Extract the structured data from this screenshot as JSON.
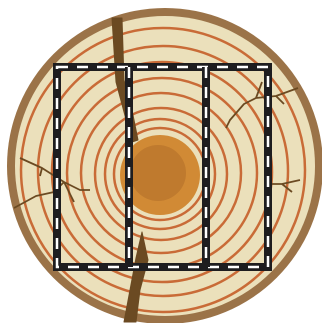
{
  "illustration": {
    "subject": "cross-section-of-log-with-cut-pattern",
    "colors": {
      "background": "#ffffff",
      "bark": "#9b7348",
      "wood": "#ebe0bb",
      "rings": "#c96b37",
      "pith_outer": "#d18a35",
      "pith_inner": "#bf7a2e",
      "cracks": "#6b4a22",
      "cut_lines": "#1e1d1f",
      "cut_line_gaps": "#ffffff"
    },
    "ring_count": 8,
    "crack_count": 4,
    "cut_sections": 3
  }
}
